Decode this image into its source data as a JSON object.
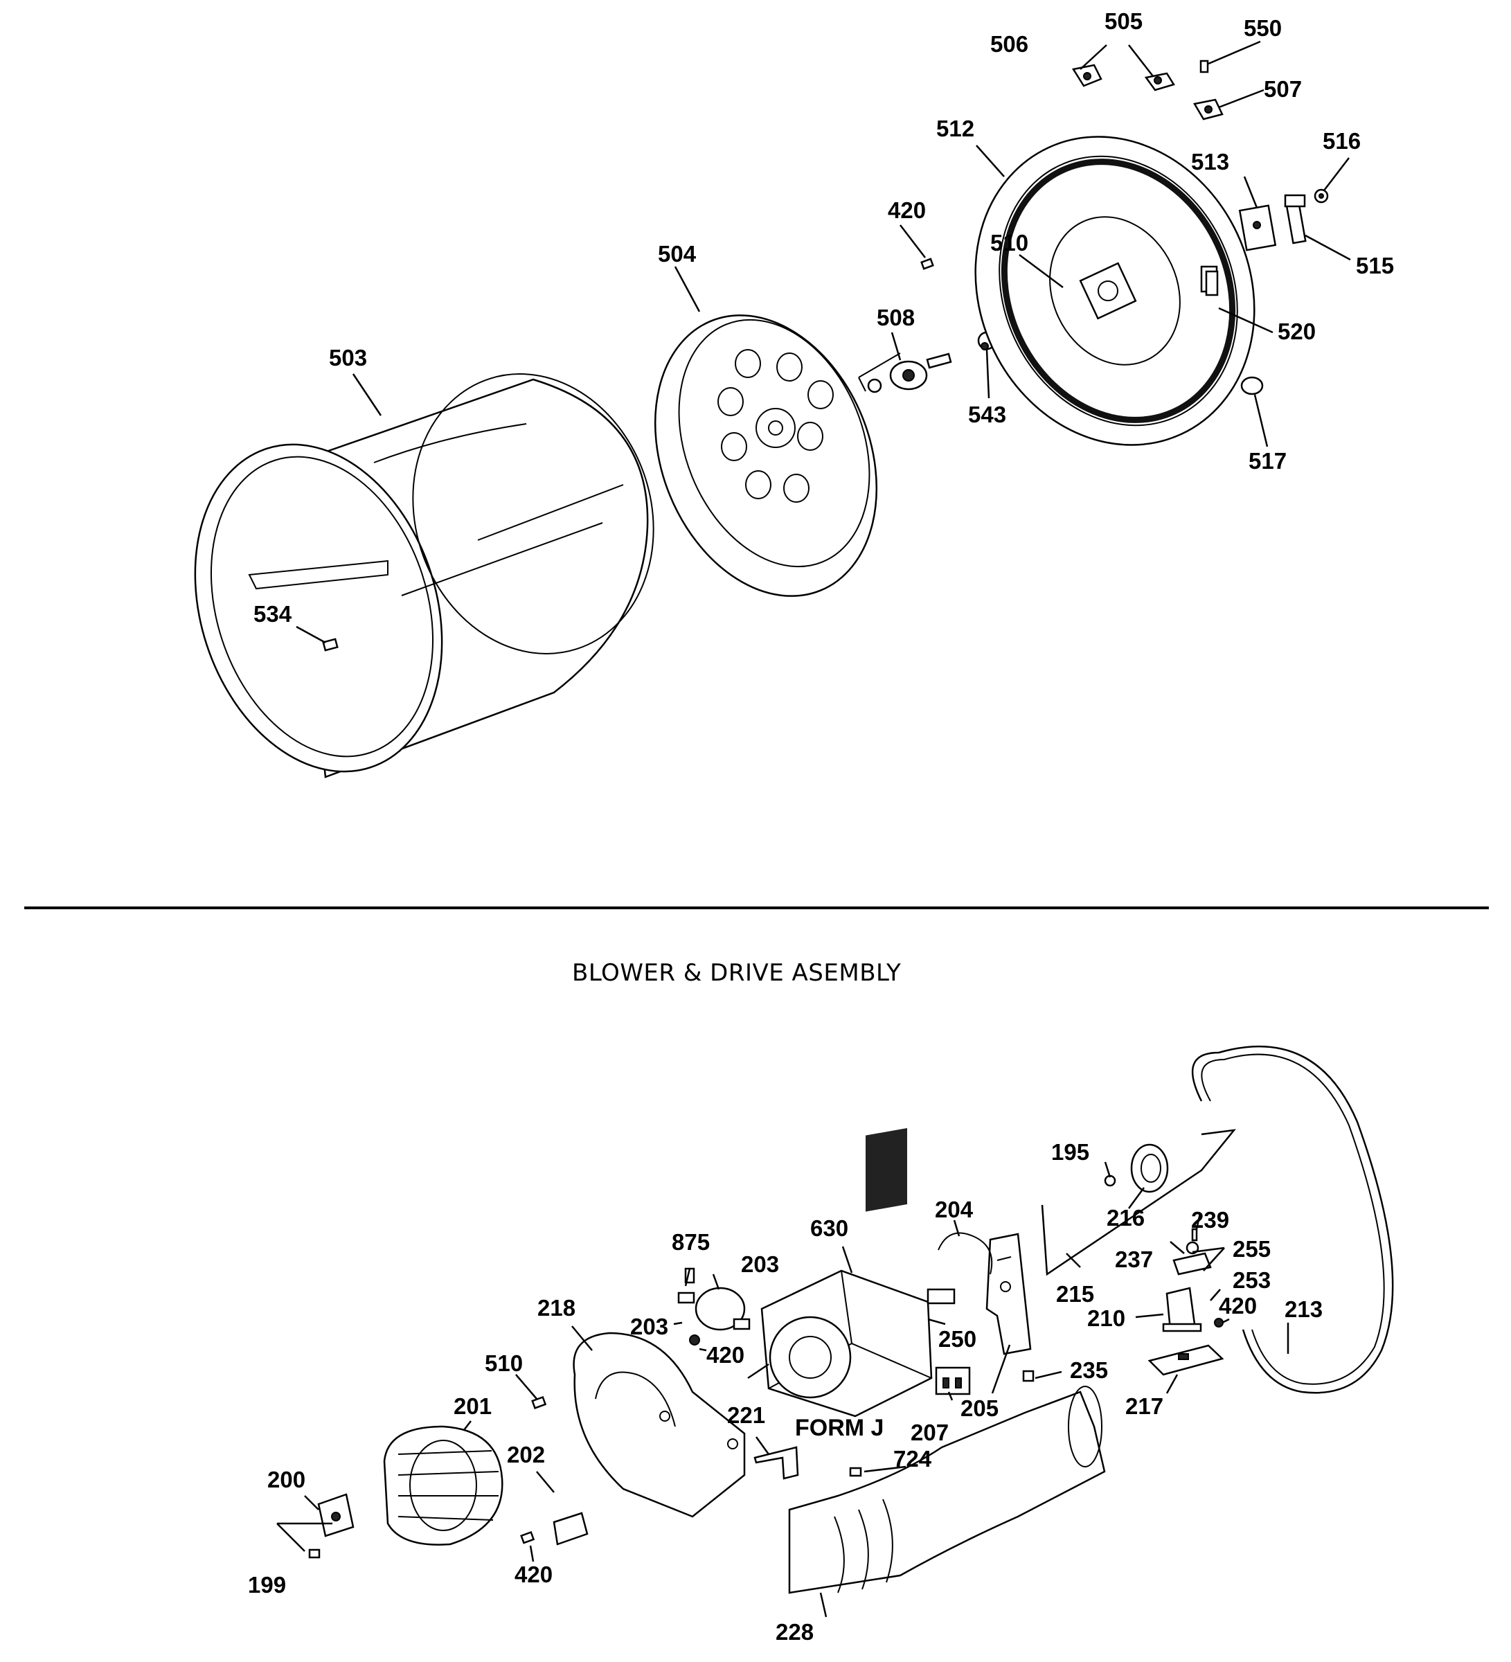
{
  "section_title": "BLOWER & DRIVE ASEMBLY",
  "form_label": "FORM J",
  "callouts_top": {
    "c503": "503",
    "c504": "504",
    "c505": "505",
    "c506": "506",
    "c507": "507",
    "c508": "508",
    "c510": "510",
    "c512": "512",
    "c513": "513",
    "c515": "515",
    "c516": "516",
    "c517": "517",
    "c520": "520",
    "c534": "534",
    "c543": "543",
    "c550": "550",
    "c420": "420"
  },
  "callouts_bottom": {
    "c195": "195",
    "c199": "199",
    "c200": "200",
    "c201": "201",
    "c202": "202",
    "c203a": "203",
    "c203b": "203",
    "c204": "204",
    "c205": "205",
    "c207": "207",
    "c210": "210",
    "c213": "213",
    "c215": "215",
    "c216": "216",
    "c217": "217",
    "c218": "218",
    "c221": "221",
    "c228": "228",
    "c235": "235",
    "c237": "237",
    "c239": "239",
    "c250": "250",
    "c253": "253",
    "c255": "255",
    "c420a": "420",
    "c420b": "420",
    "c420c": "420",
    "c510": "510",
    "c630": "630",
    "c724": "724",
    "c875": "875"
  }
}
